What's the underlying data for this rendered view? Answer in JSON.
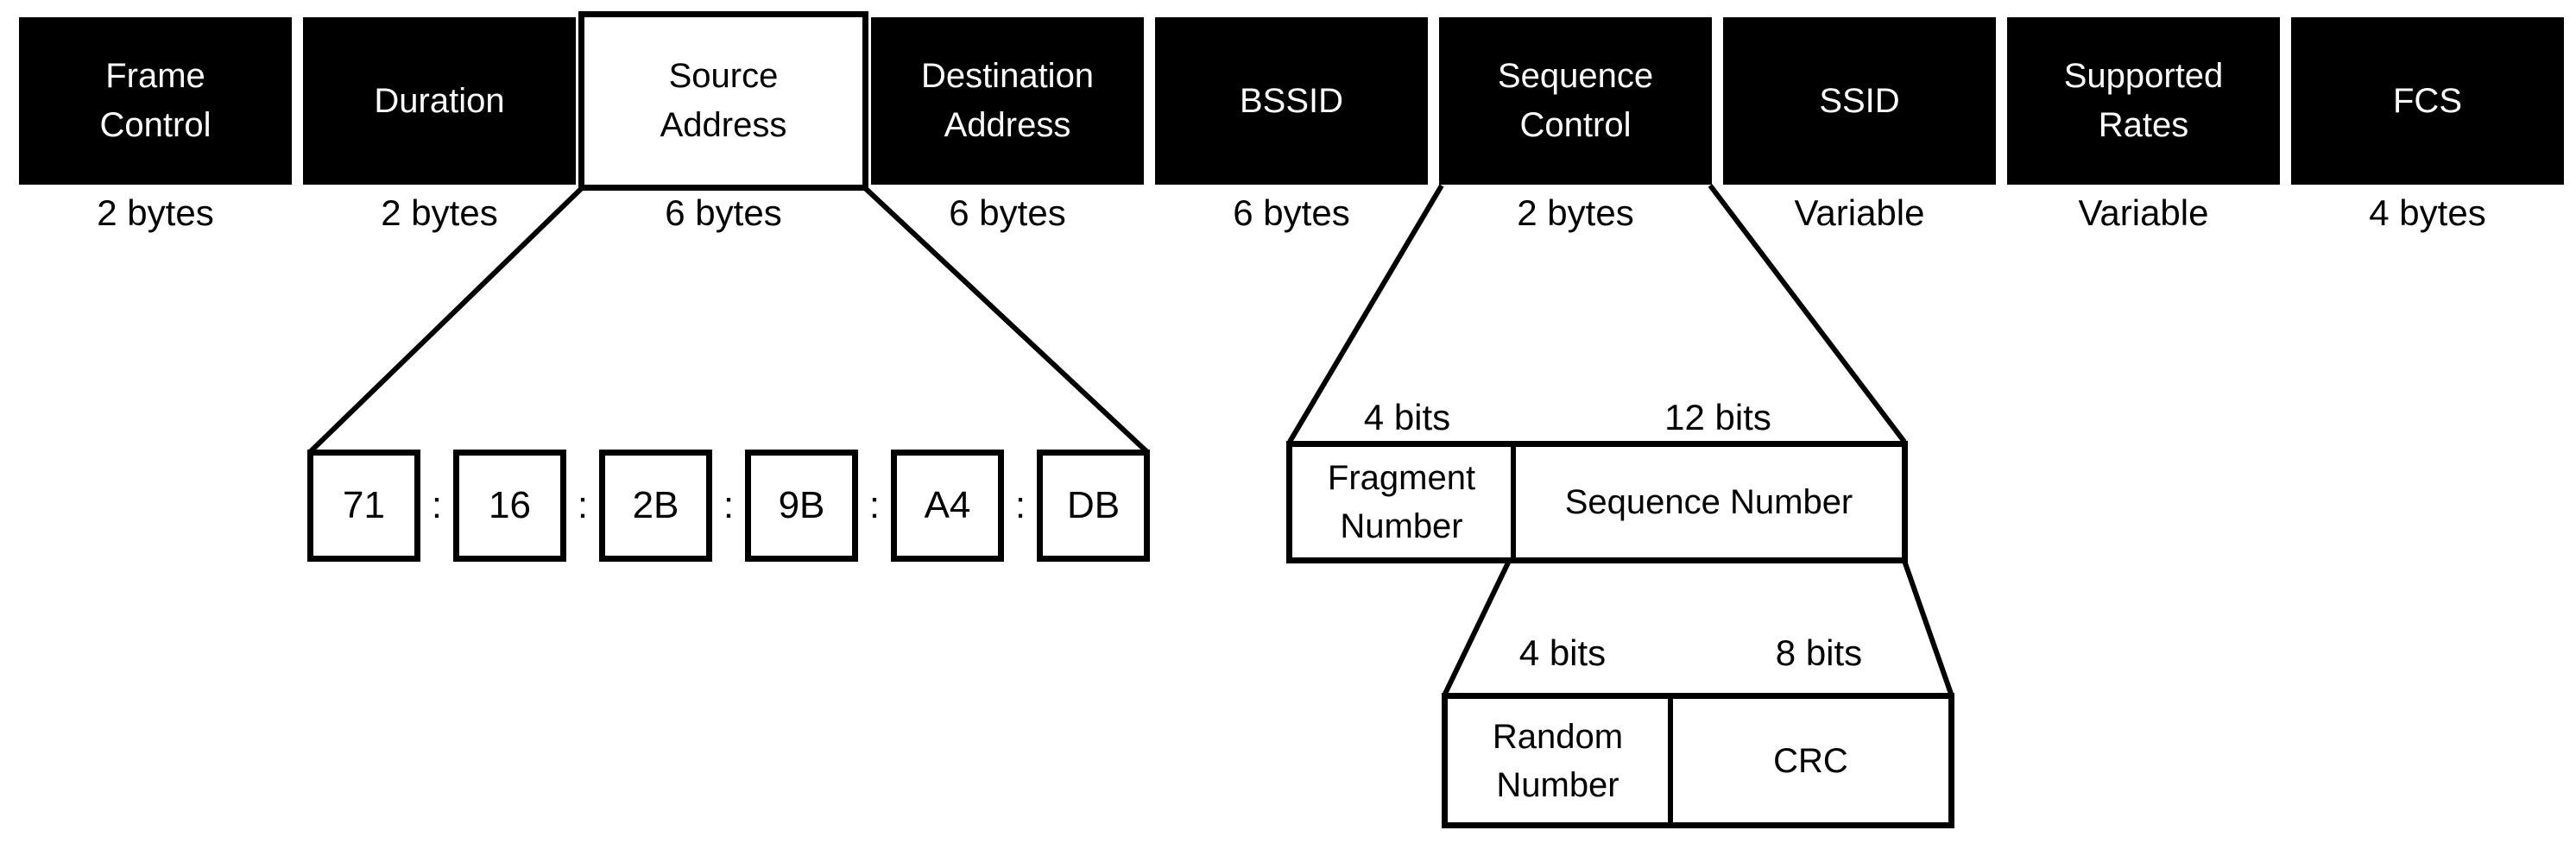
{
  "frame_fields": [
    {
      "label": "Frame Control",
      "size": "2 bytes"
    },
    {
      "label": "Duration",
      "size": "2 bytes"
    },
    {
      "label": "Source Address",
      "size": "6 bytes"
    },
    {
      "label": "Destination Address",
      "size": "6 bytes"
    },
    {
      "label": "BSSID",
      "size": "6 bytes"
    },
    {
      "label": "Sequence Control",
      "size": "2 bytes"
    },
    {
      "label": "SSID",
      "size": "Variable"
    },
    {
      "label": "Supported Rates",
      "size": "Variable"
    },
    {
      "label": "FCS",
      "size": "4 bytes"
    }
  ],
  "source_address_expansion": {
    "separator": ":",
    "bytes": [
      "71",
      "16",
      "2B",
      "9B",
      "A4",
      "DB"
    ]
  },
  "sequence_control_expansion": {
    "fields": [
      {
        "label": "Fragment Number",
        "size": "4 bits"
      },
      {
        "label": "Sequence Number",
        "size": "12 bits"
      }
    ]
  },
  "sequence_number_expansion": {
    "fields": [
      {
        "label": "Random Number",
        "size": "4 bits"
      },
      {
        "label": "CRC",
        "size": "8 bits"
      }
    ]
  },
  "colors": {
    "box_fill": "#000000",
    "box_text": "#ffffff",
    "outline": "#000000",
    "background": "#ffffff"
  }
}
